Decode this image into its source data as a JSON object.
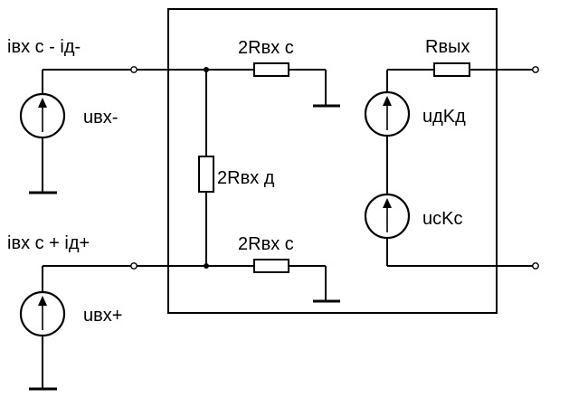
{
  "diagram": {
    "labels": {
      "i_minus": "iвх с - iд-",
      "i_plus": "iвх с + iд+",
      "u_in_minus": "uвх-",
      "u_in_plus": "uвх+",
      "r_common_top": "2Rвх с",
      "r_common_bottom": "2Rвх с",
      "r_diff": "2Rвх д",
      "r_out": "Rвых",
      "u_diff_gain": "uдKд",
      "u_common_gain": "uсKс"
    }
  }
}
